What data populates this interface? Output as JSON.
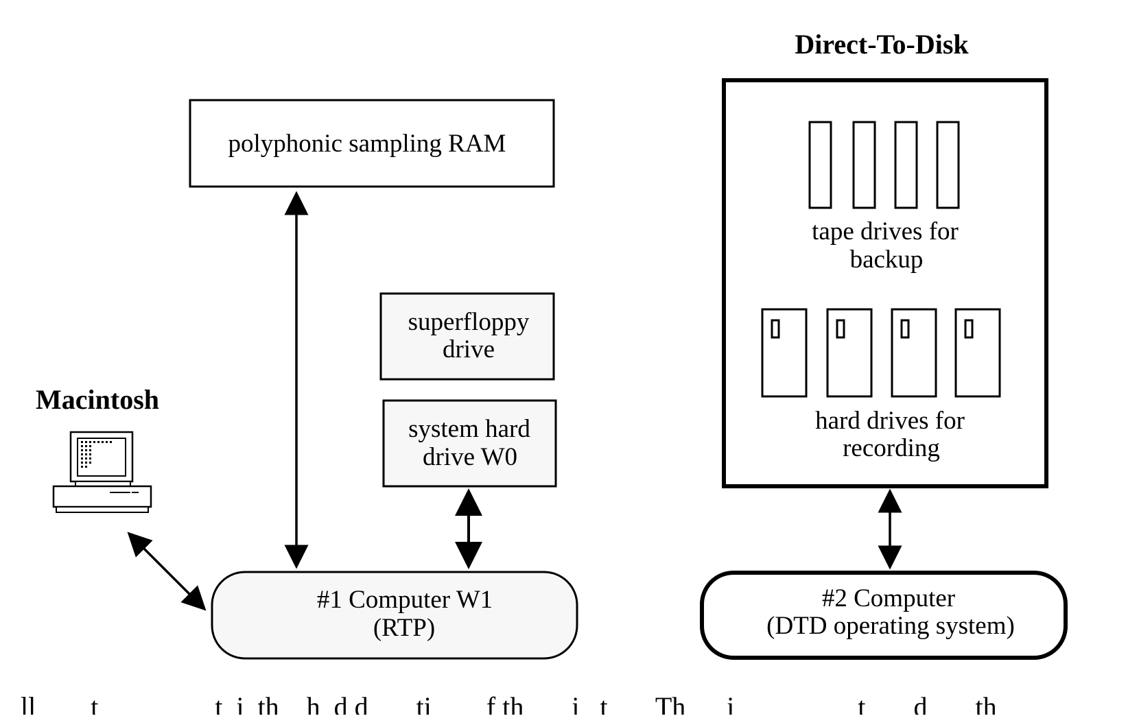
{
  "direct_to_disk": {
    "title": "Direct-To-Disk",
    "tape_label_line1": "tape drives for",
    "tape_label_line2": "backup",
    "hard_label_line1": "hard drives for",
    "hard_label_line2": "recording"
  },
  "polyphonic_ram": {
    "label": "polyphonic sampling RAM"
  },
  "superfloppy": {
    "line1": "superfloppy",
    "line2": "drive"
  },
  "system_drive": {
    "line1": "system hard",
    "line2": "drive W0"
  },
  "macintosh": {
    "title": "Macintosh"
  },
  "computer1": {
    "line1": "#1 Computer W1",
    "line2": "(RTP)"
  },
  "computer2": {
    "line1": "#2 Computer",
    "line2": "(DTD operating system)"
  },
  "caption_fragment": "ll        t                 t  i  th    h  d d       ti        f th       i   t       Th      i                  t       d       th"
}
